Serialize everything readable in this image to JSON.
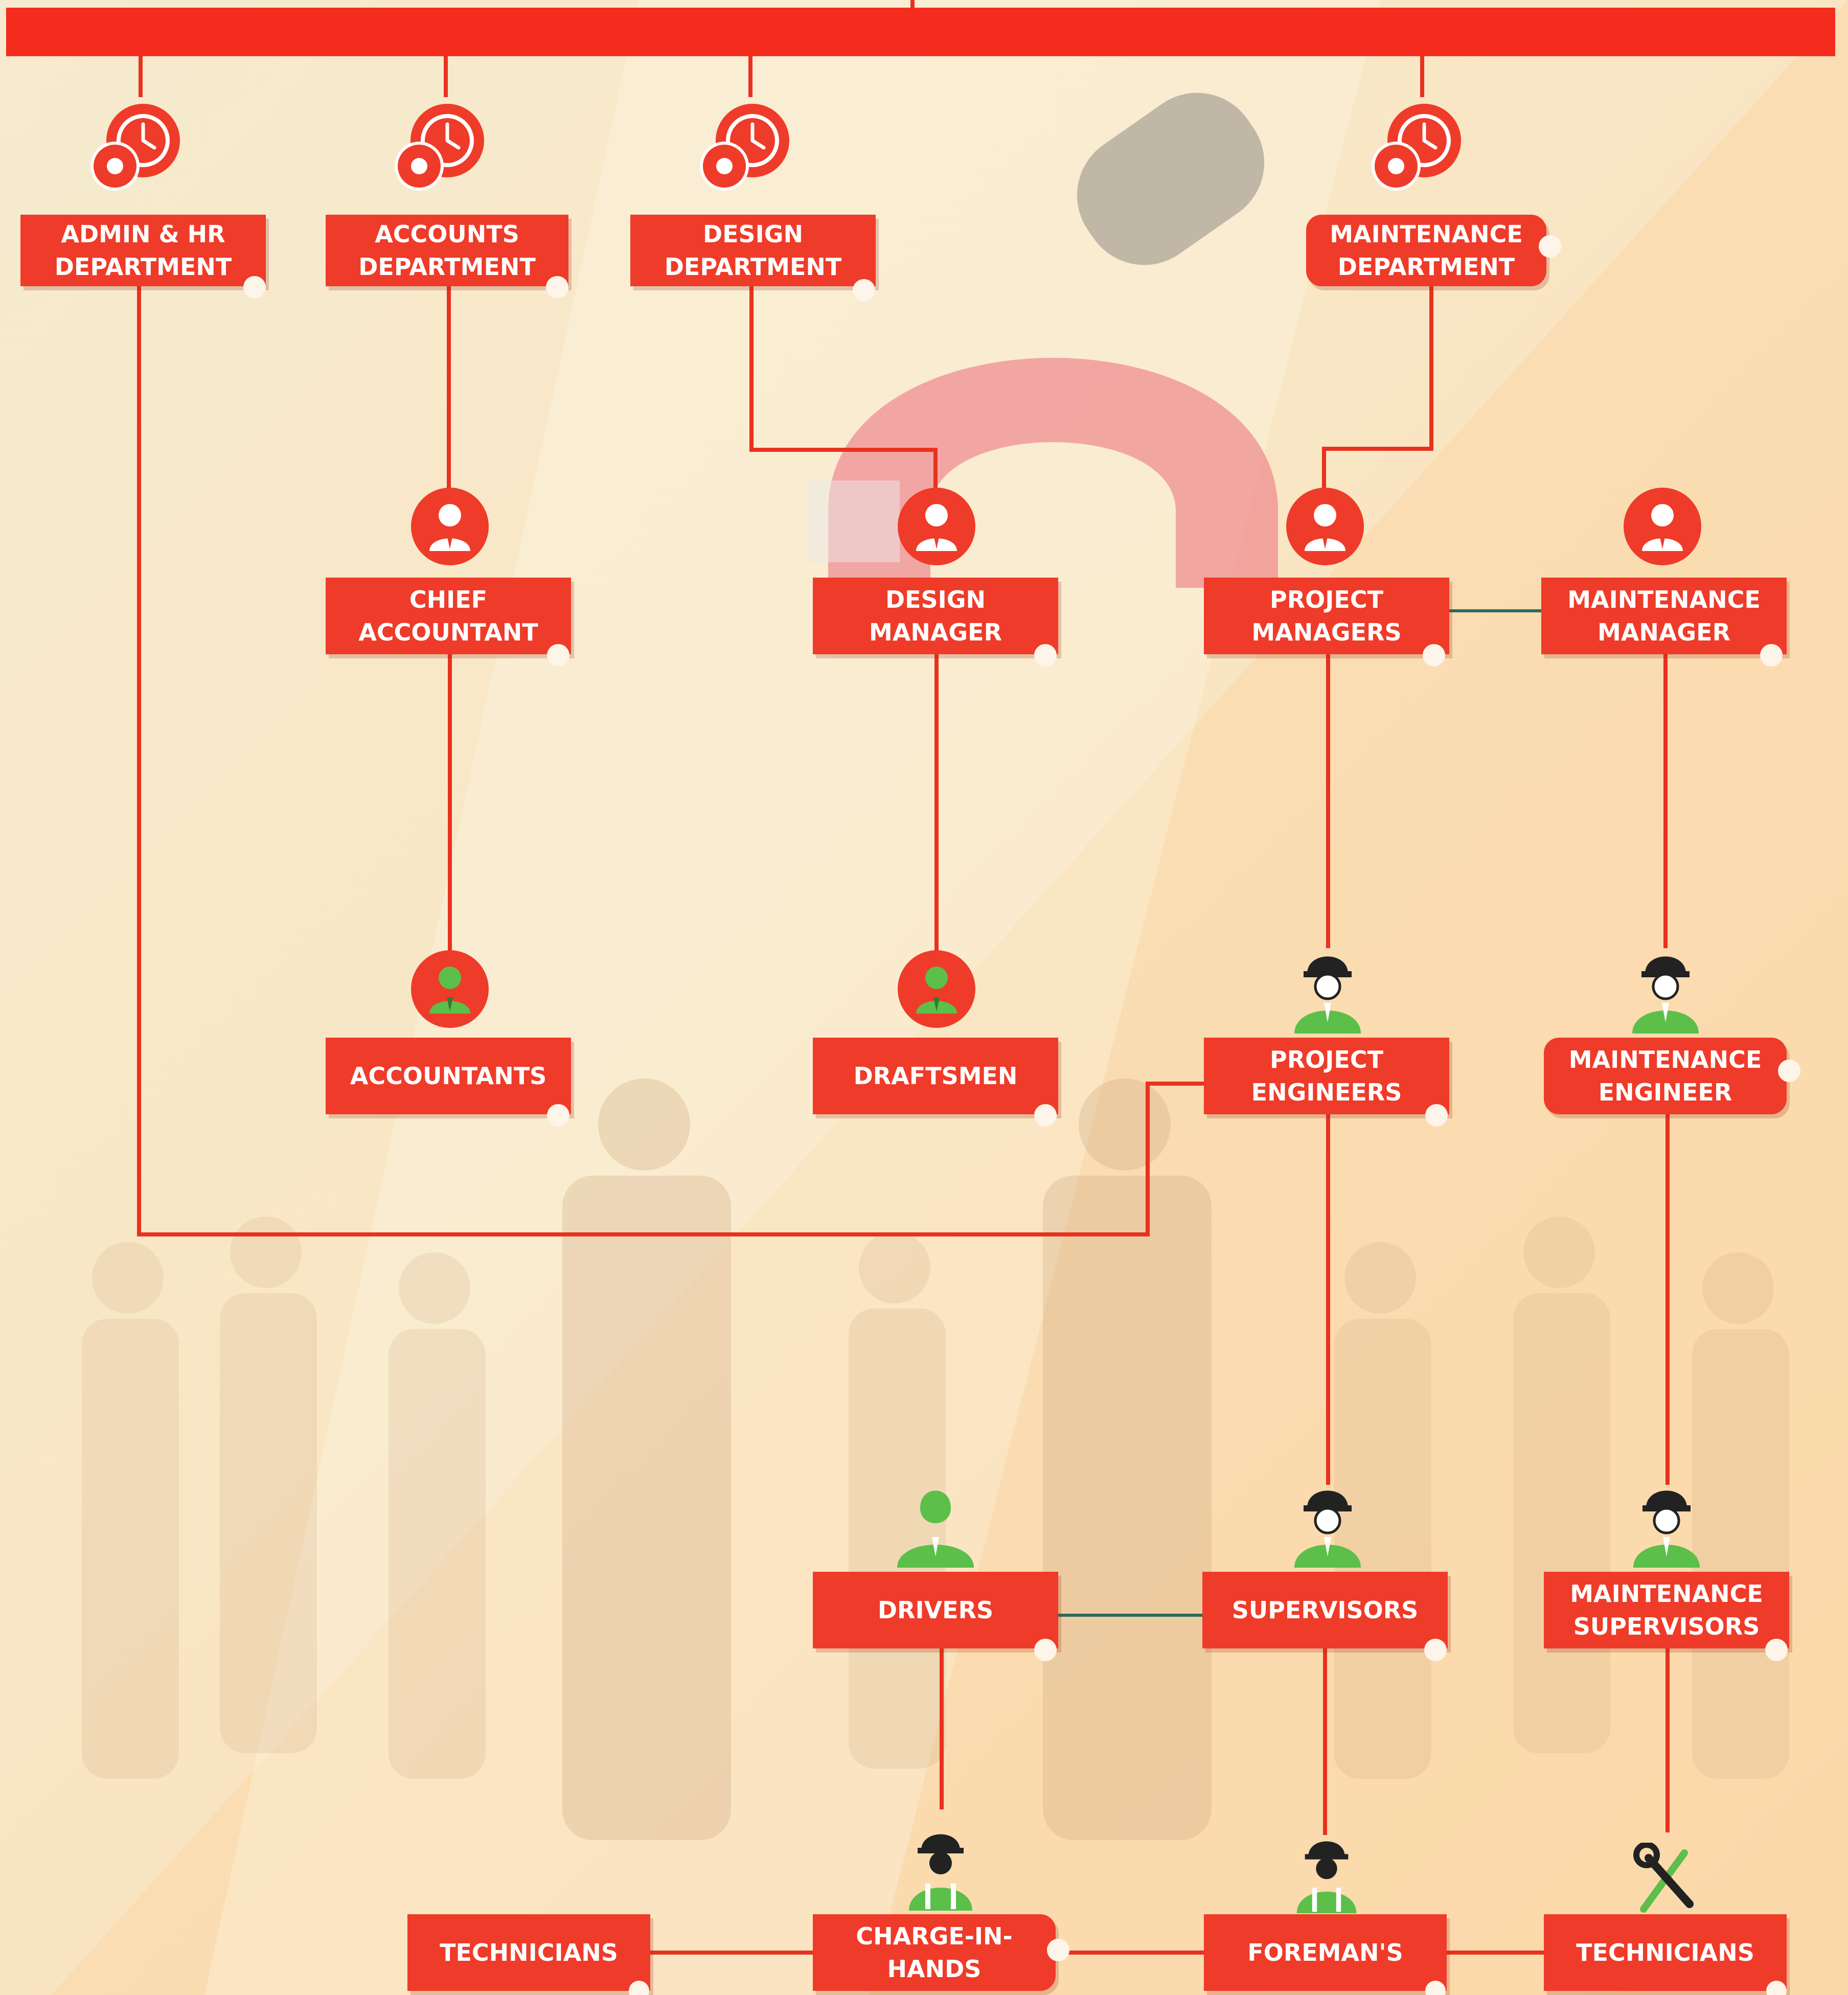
{
  "colors": {
    "primary": "#ef3b29",
    "line": "#e8321f",
    "connector": "#2e6b5e",
    "worker_green": "#5bbf4a",
    "background": "#f7e8c8"
  },
  "header_bar": {
    "color": "#ef3b29"
  },
  "nodes": [
    {
      "id": "admin_hr",
      "label": "ADMIN & HR\nDEPARTMENT",
      "icon": "clock-gear-icon"
    },
    {
      "id": "accounts",
      "label": "ACCOUNTS\nDEPARTMENT",
      "icon": "clock-gear-icon"
    },
    {
      "id": "design",
      "label": "DESIGN\nDEPARTMENT",
      "icon": "clock-gear-icon"
    },
    {
      "id": "maintenance",
      "label": "MAINTENANCE\nDEPARTMENT",
      "icon": "clock-gear-icon"
    },
    {
      "id": "chief_accountant",
      "label": "CHIEF\nACCOUNTANT",
      "icon": "manager-icon"
    },
    {
      "id": "design_manager",
      "label": "DESIGN\nMANAGER",
      "icon": "manager-icon"
    },
    {
      "id": "project_managers",
      "label": "PROJECT\nMANAGERS",
      "icon": "manager-icon"
    },
    {
      "id": "maintenance_manager",
      "label": "MAINTENANCE\nMANAGER",
      "icon": "manager-icon"
    },
    {
      "id": "accountants",
      "label": "ACCOUNTANTS",
      "icon": "staff-icon"
    },
    {
      "id": "draftsmen",
      "label": "DRAFTSMEN",
      "icon": "staff-icon"
    },
    {
      "id": "project_engineers",
      "label": "PROJECT\nENGINEERS",
      "icon": "hardhat-worker-icon"
    },
    {
      "id": "maintenance_engineer",
      "label": "MAINTENANCE\nENGINEER",
      "icon": "hardhat-worker-icon"
    },
    {
      "id": "drivers",
      "label": "DRIVERS",
      "icon": "staff-plain-icon"
    },
    {
      "id": "supervisors",
      "label": "SUPERVISORS",
      "icon": "hardhat-worker-icon"
    },
    {
      "id": "maintenance_supervisors",
      "label": "MAINTENANCE\nSUPERVISORS",
      "icon": "hardhat-worker-icon"
    },
    {
      "id": "technicians_left",
      "label": "TECHNICIANS",
      "icon": ""
    },
    {
      "id": "charge_in_hands",
      "label": "CHARGE-IN-\nHANDS",
      "icon": "vest-worker-icon"
    },
    {
      "id": "foremans",
      "label": "FOREMAN'S",
      "icon": "vest-worker-icon"
    },
    {
      "id": "technicians_right",
      "label": "TECHNICIANS",
      "icon": "tools-icon"
    }
  ]
}
